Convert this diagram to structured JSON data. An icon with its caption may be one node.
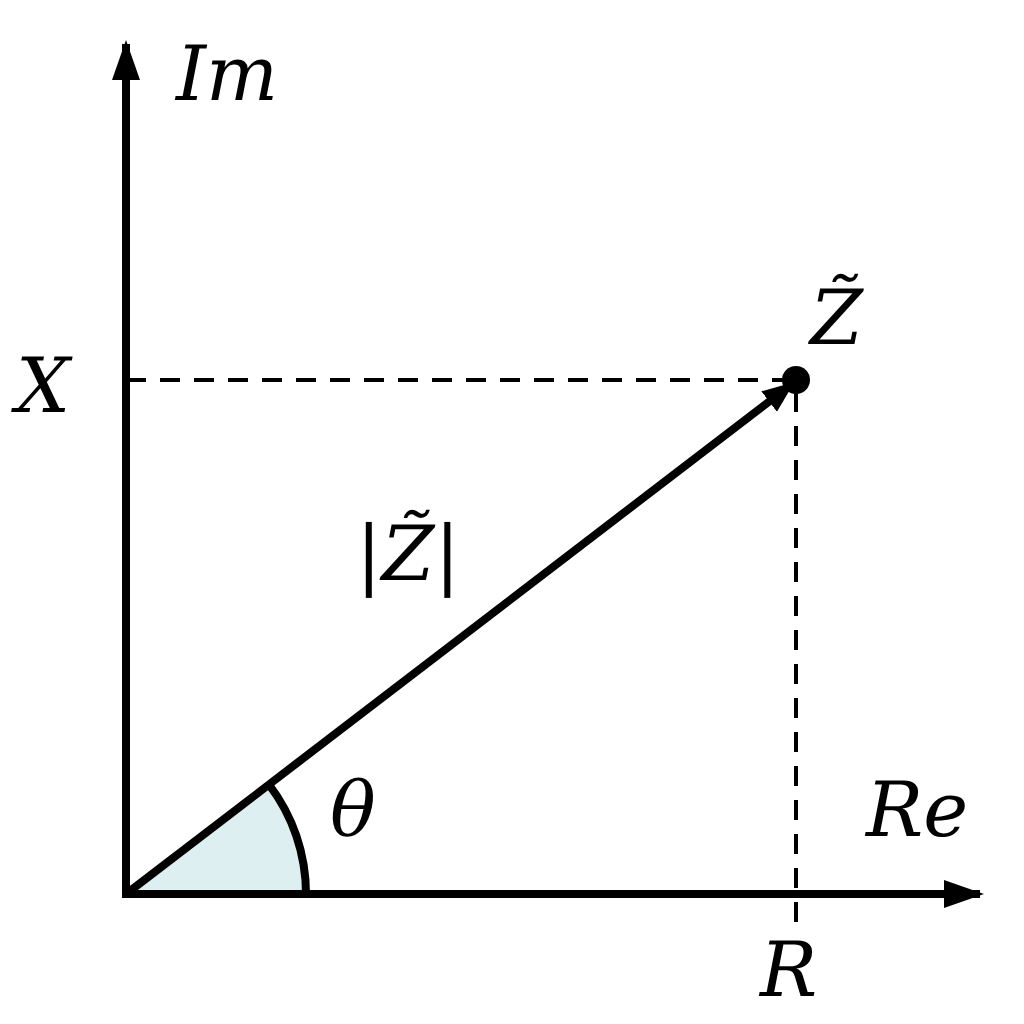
{
  "diagram": {
    "labels": [
      "Im",
      "X",
      "Z̃",
      "|Z̃|",
      "θ",
      "Re",
      "R"
    ]
  }
}
